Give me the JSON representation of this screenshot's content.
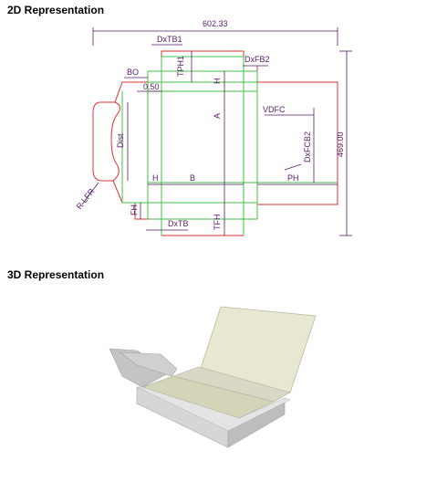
{
  "sections": {
    "title_2d": "2D Representation",
    "title_3d": "3D Representation"
  },
  "dimensions": {
    "width_total": "602.33",
    "height_total": "469.00",
    "dxtb1": "DxTB1",
    "tph1": "TPH1",
    "dxfb2": "DxFB2",
    "bo": "BO",
    "c50": "0.50",
    "h_top": "H",
    "a": "A",
    "vdfc": "VDFC",
    "dxfcb2": "DxFCB2",
    "dist": "Dist",
    "h_bottom": "H",
    "b": "B",
    "ph": "PH",
    "rlfr": "R LFR",
    "fh": "FH",
    "dxtb": "DxTB",
    "tfh": "TFH"
  },
  "colors": {
    "cut_line": "#e03030",
    "fold_line": "#40c040",
    "dimension": "#5a1a6a",
    "box_top": "#e8e8d0",
    "box_side": "#c8c8c8",
    "box_inner": "#d4d4b8"
  }
}
